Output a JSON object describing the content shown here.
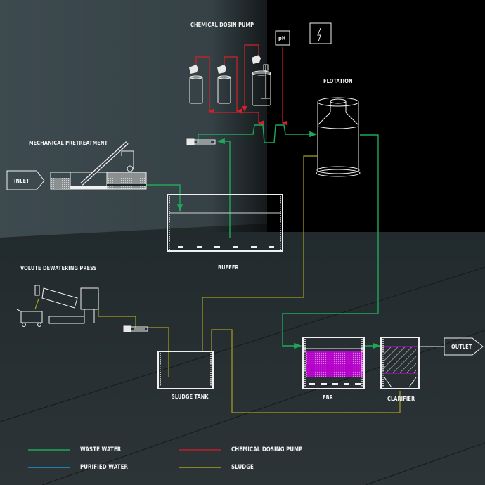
{
  "labels": {
    "chemical_dosing": "CHEMICAL DOSIN PUMP",
    "ph": "pH",
    "flotation": "FLOTATION",
    "mechanical": "MECHANICAL PRETREATMENT",
    "inlet": "INLET",
    "buffer": "BUFFER",
    "volute": "VOLUTE DEWATERING PRESS",
    "sludge_tank": "SLUDGE TANK",
    "fbr": "FBR",
    "clarifier": "CLARIFIER",
    "outlet": "OUTLET"
  },
  "legend": [
    {
      "label": "WASTE WATER",
      "color": "#1fa85a"
    },
    {
      "label": "PURIFIED WATER",
      "color": "#1a9ad6"
    },
    {
      "label": "CHEMICAL DOSING PUMP",
      "color": "#c0202a"
    },
    {
      "label": "SLUDGE",
      "color": "#a8a01e"
    }
  ],
  "colors": {
    "waste_water": "#1fa85a",
    "chemical": "#d4202a",
    "sludge": "#a8a01e",
    "media": "#b400c8",
    "outline": "#f0f0f0"
  }
}
